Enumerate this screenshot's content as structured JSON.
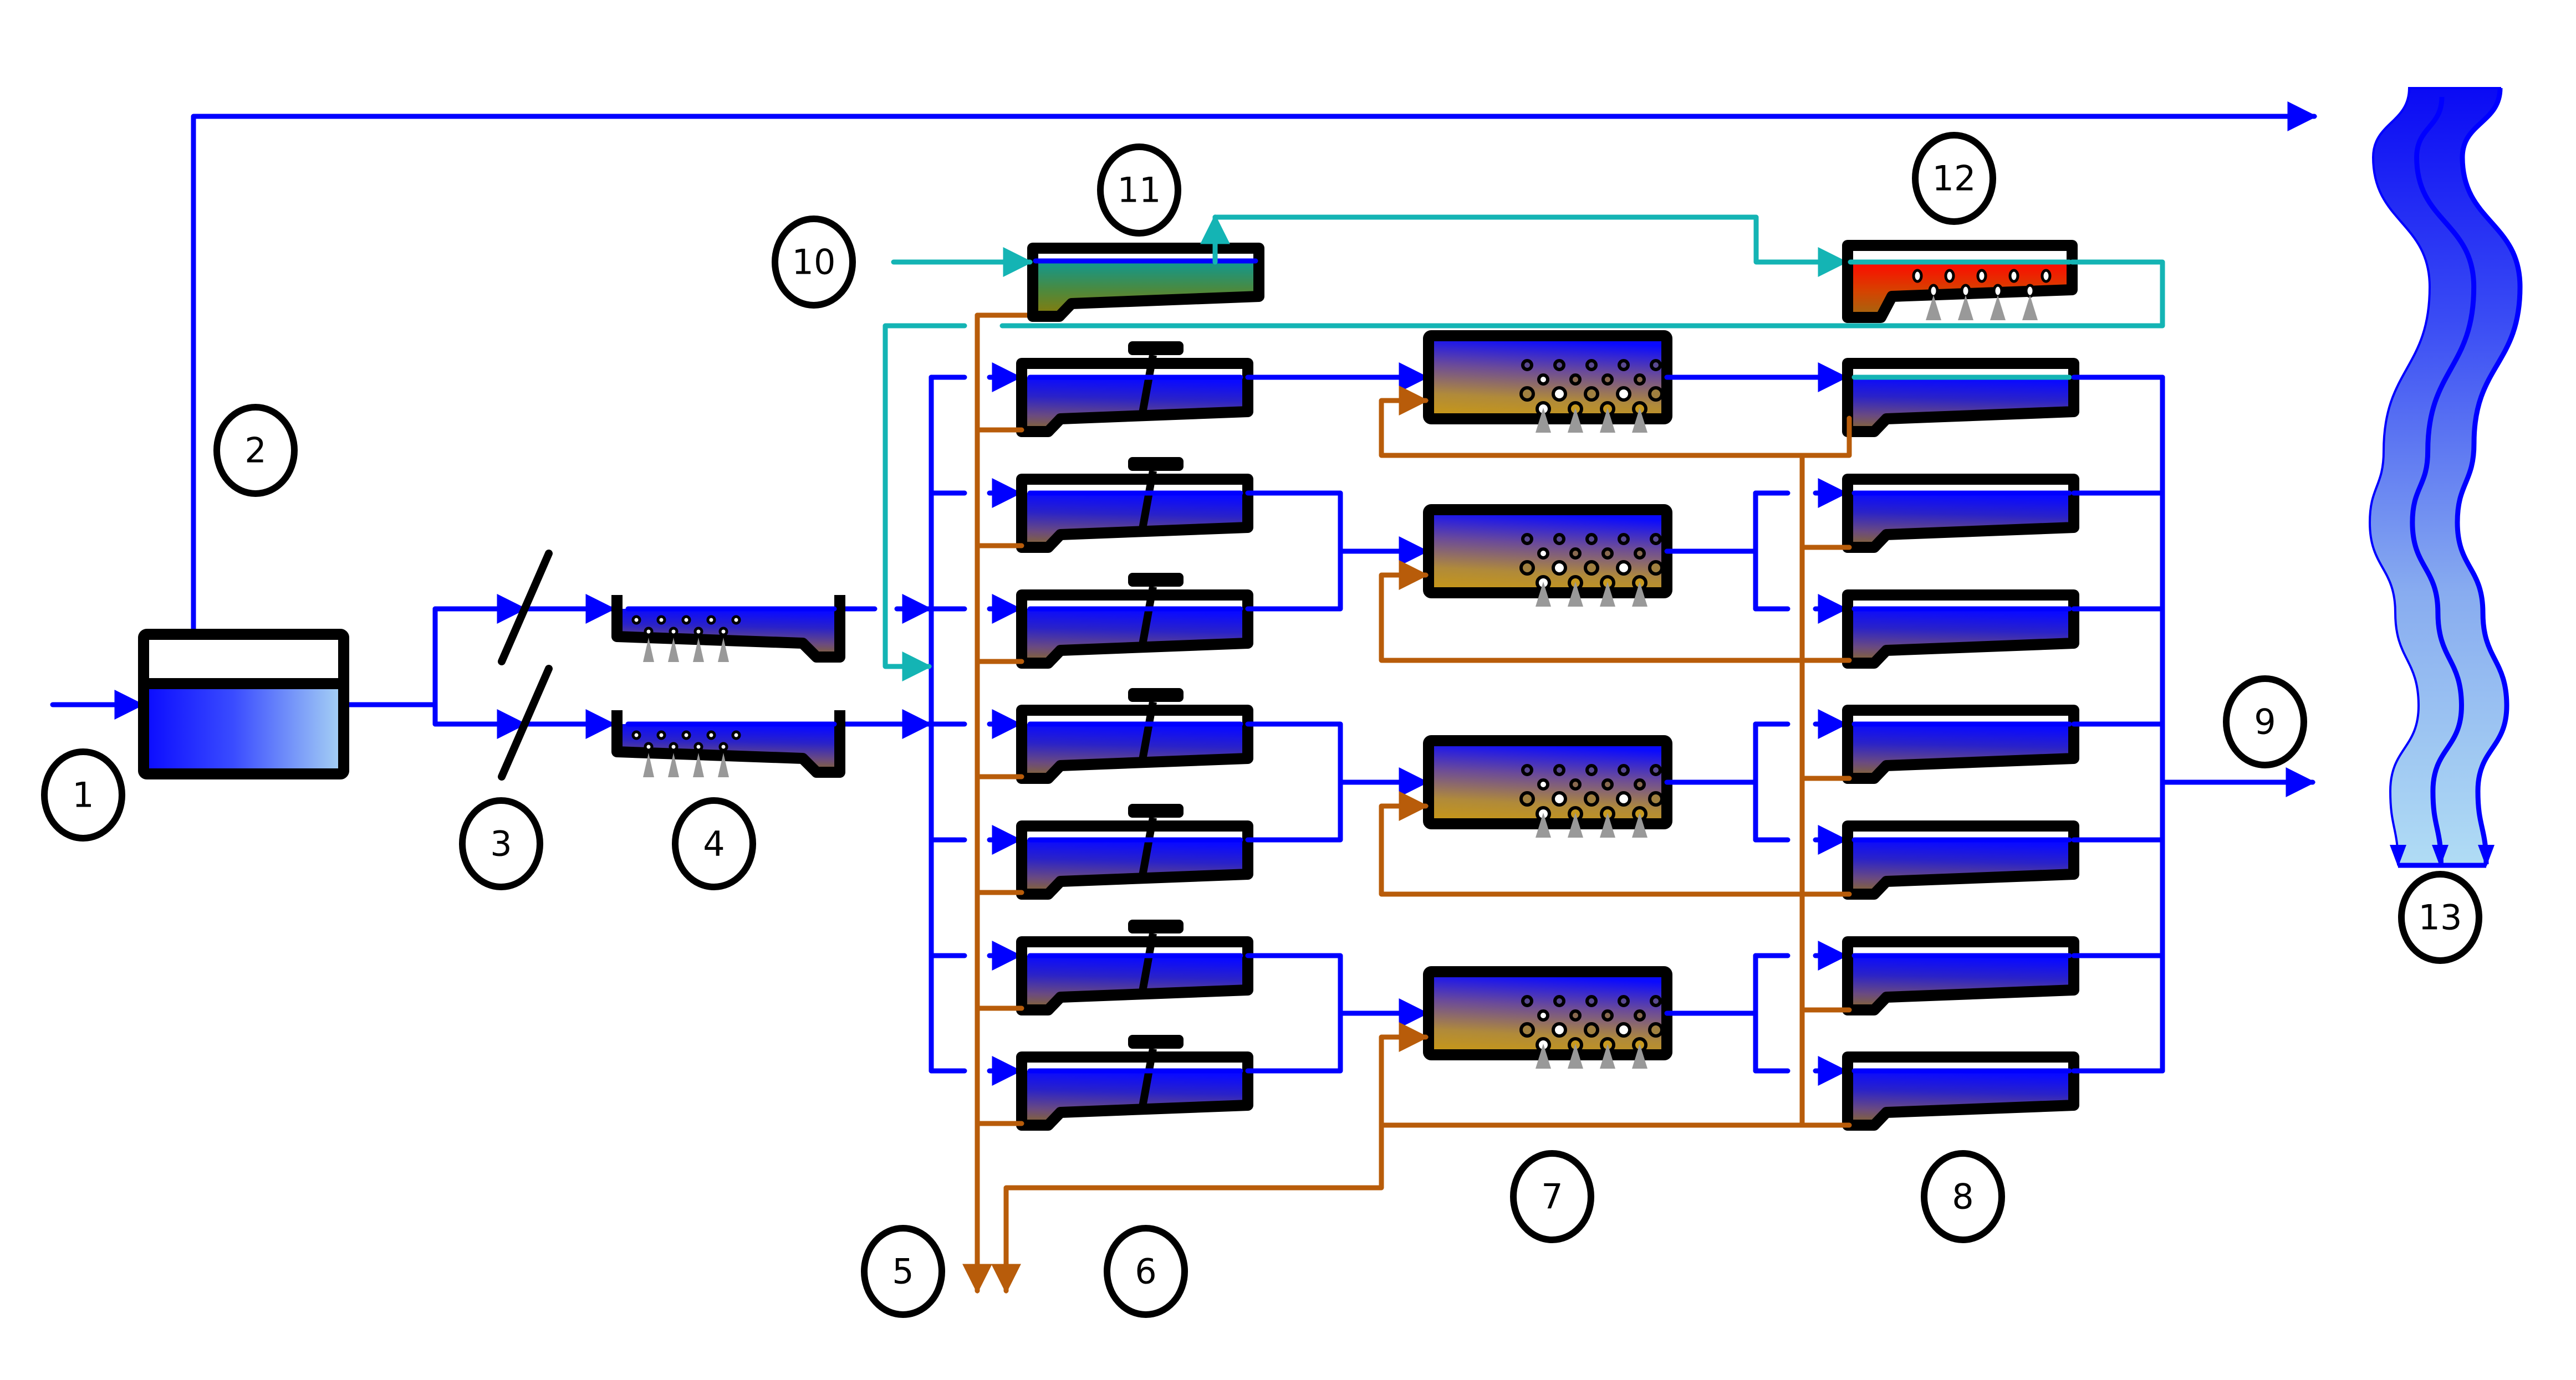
{
  "diagram": {
    "type": "wastewater treatment plant process flow",
    "colors": {
      "water_line": "#0000ff",
      "sludge_line": "#b85c0a",
      "gas_line": "#14b4b4",
      "outline": "#000000",
      "diffuser": "#999999",
      "river_dark": "#0a0af0",
      "river_light": "#a8d8f8",
      "aeration_bottom": "#c89a10",
      "clarifier_bottom": "#8a6a28",
      "digester_top": "#ff0a00",
      "digester_bottom": "#a06a10",
      "thickener_top": "#109090",
      "thickener_bottom": "#8a7a10"
    },
    "labels": [
      {
        "id": "1",
        "text": "1"
      },
      {
        "id": "2",
        "text": "2"
      },
      {
        "id": "3",
        "text": "3"
      },
      {
        "id": "4",
        "text": "4"
      },
      {
        "id": "5",
        "text": "5"
      },
      {
        "id": "6",
        "text": "6"
      },
      {
        "id": "7",
        "text": "7"
      },
      {
        "id": "8",
        "text": "8"
      },
      {
        "id": "9",
        "text": "9"
      },
      {
        "id": "10",
        "text": "10"
      },
      {
        "id": "11",
        "text": "11"
      },
      {
        "id": "12",
        "text": "12"
      },
      {
        "id": "13",
        "text": "13"
      }
    ],
    "units": {
      "inlet_tank_count": 1,
      "screen_count": 2,
      "grit_chamber_count": 2,
      "primary_clarifier_count": 7,
      "aeration_tank_count": 4,
      "final_clarifier_count": 7,
      "thickener_count": 1,
      "digester_count": 1
    }
  }
}
